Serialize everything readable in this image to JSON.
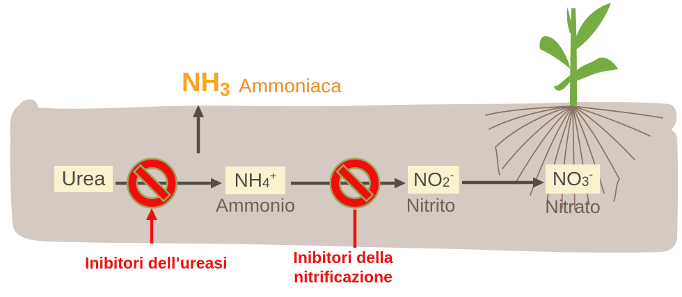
{
  "gas": {
    "formula_base": "NH",
    "formula_sub": "3",
    "name": "Ammoniaca"
  },
  "nodes": {
    "urea": {
      "label": "Urea"
    },
    "ammonium": {
      "formula_base": "NH",
      "formula_sub": "4",
      "formula_sup": "+",
      "name": "Ammonio"
    },
    "nitrite": {
      "formula_base": "NO",
      "formula_sub": "2",
      "formula_sup": "-",
      "name": "Nitrito"
    },
    "nitrate": {
      "formula_base": "NO",
      "formula_sub": "3",
      "formula_sup": "-",
      "name": "Nitrato"
    }
  },
  "inhibitors": {
    "urease_label": "Inibitori dell’ureasi",
    "nitrification_label_line1": "Inibitori della",
    "nitrification_label_line2": "nitrificazione"
  },
  "icons": {
    "prohibition": "no-entry-sign",
    "plant": "corn-seedling",
    "roots": "root-system",
    "soil": "soil-band"
  },
  "colors": {
    "soil": "#d4cac1",
    "box_background": "#f8f2cf",
    "formula_text": "#4f4a44",
    "name_text": "#6f6154",
    "arrow": "#564e43",
    "gas_formula_orange": "#f7a41e",
    "gas_name_orange": "#f08b21",
    "inhibitor_red": "#ee1111",
    "sign_red": "#f20d0d",
    "sign_ring_olive": "#9da55c",
    "plant_green": "#76ad42",
    "root_brown": "#8b7263"
  }
}
